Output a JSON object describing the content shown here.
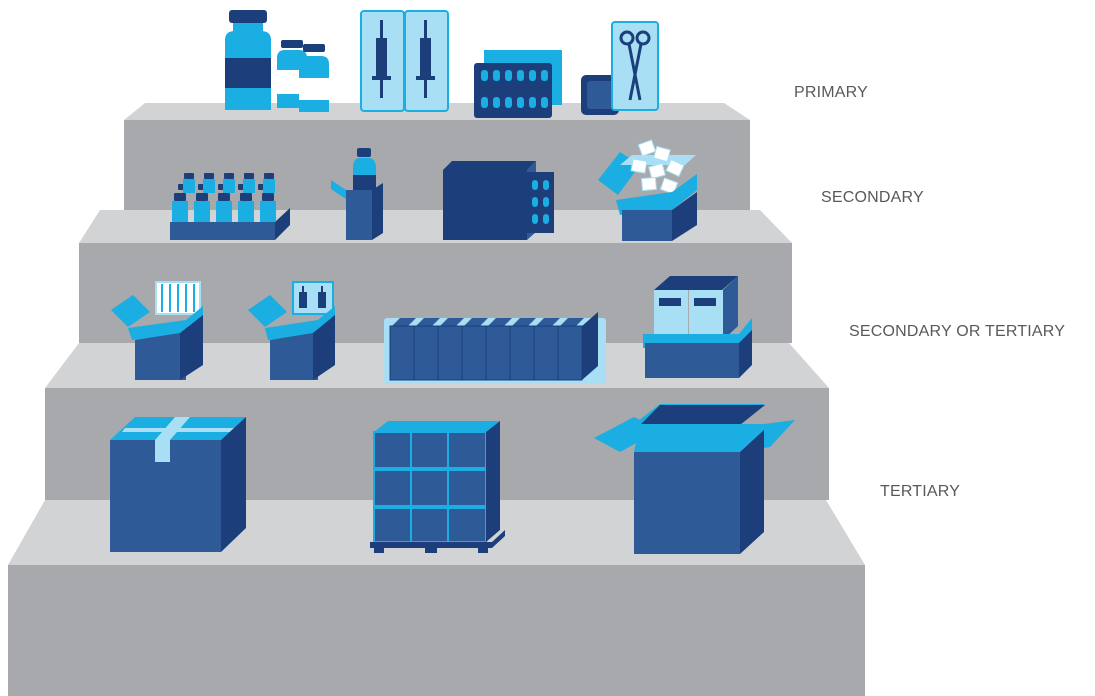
{
  "levels": {
    "primary": "PRIMARY",
    "secondary": "SECONDARY",
    "secondary_or_tertiary": "SECONDARY OR TERTIARY",
    "tertiary": "TERTIARY"
  },
  "colors": {
    "step_top": "#d1d3d4",
    "step_front": "#a7a9ac",
    "navy": "#1c3f7c",
    "mid_blue": "#2e5a98",
    "cyan": "#1aaee2",
    "light_cyan": "#a9dff4",
    "label_gray": "#58595b"
  }
}
